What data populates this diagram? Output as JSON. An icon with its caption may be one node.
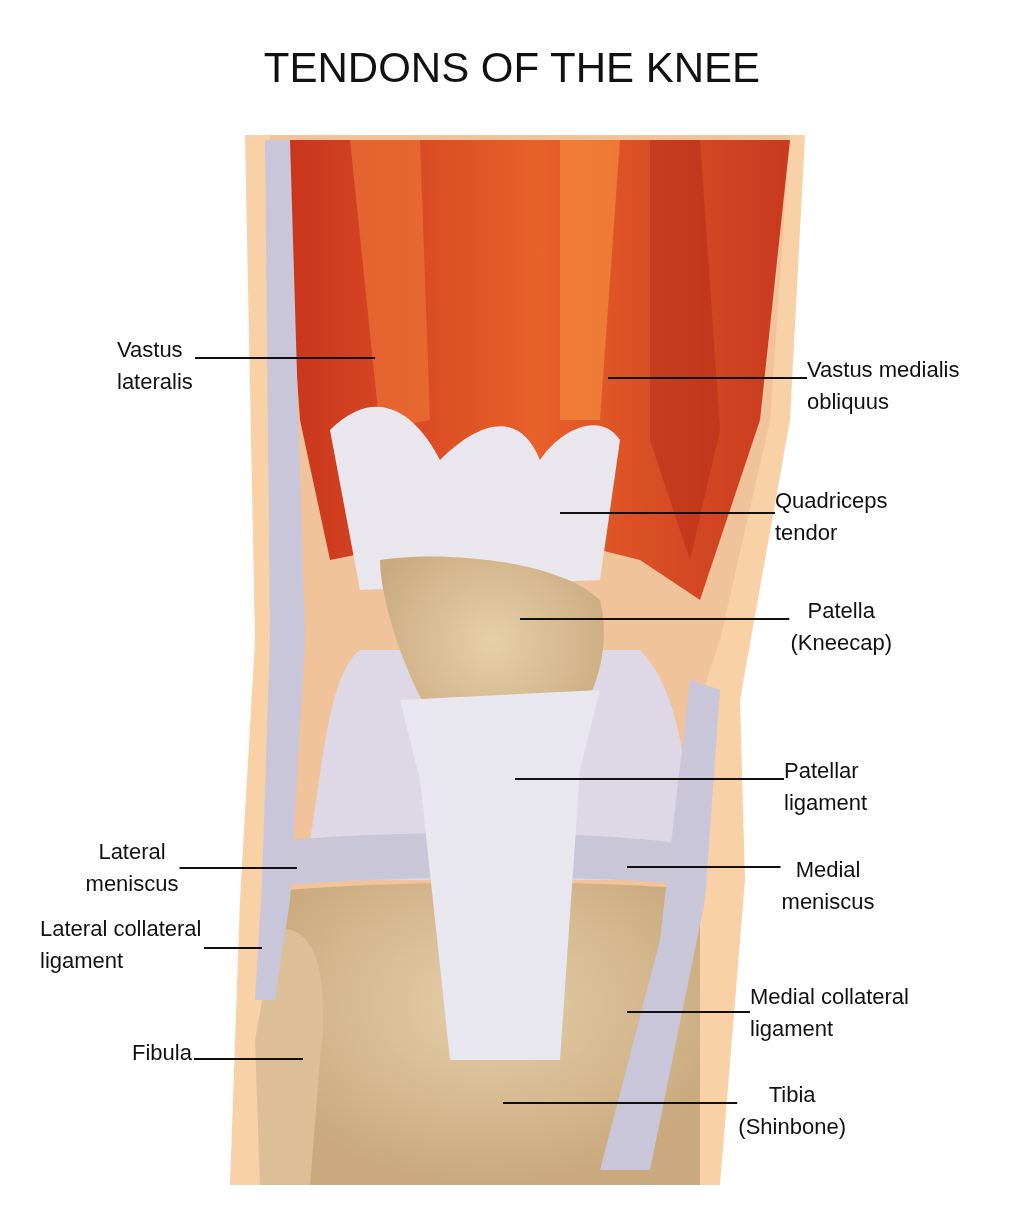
{
  "diagram": {
    "title": "TENDONS OF THE KNEE",
    "nodes": [
      {
        "text": [
          "Vastus lateralis"
        ]
      },
      {
        "text": [
          "Vastus medialis obliquus"
        ]
      },
      {
        "text": [
          "Quadriceps tendor"
        ]
      },
      {
        "text": [
          "Patella (Kneecap)"
        ]
      },
      {
        "text": [
          "Patellar ligament"
        ]
      },
      {
        "text": [
          "Lateral meniscus"
        ]
      },
      {
        "text": [
          "Medial meniscus"
        ]
      },
      {
        "text": [
          "Lateral collateral ligament"
        ]
      },
      {
        "text": [
          "Medial collateral ligament"
        ]
      },
      {
        "text": [
          "Fibula"
        ]
      },
      {
        "text": [
          "Tibia (Shinbone)"
        ]
      }
    ],
    "edges": [
      {
        "from": 0,
        "to": null,
        "arrow": "none"
      },
      {
        "from": 1,
        "to": null,
        "arrow": "none"
      },
      {
        "from": 2,
        "to": null,
        "arrow": "none"
      },
      {
        "from": 3,
        "to": null,
        "arrow": "none"
      },
      {
        "from": 4,
        "to": null,
        "arrow": "none"
      },
      {
        "from": 5,
        "to": null,
        "arrow": "none"
      },
      {
        "from": 6,
        "to": null,
        "arrow": "none"
      },
      {
        "from": 7,
        "to": null,
        "arrow": "none"
      },
      {
        "from": 8,
        "to": null,
        "arrow": "none"
      },
      {
        "from": 9,
        "to": null,
        "arrow": "none"
      },
      {
        "from": 10,
        "to": null,
        "arrow": "none"
      }
    ]
  }
}
